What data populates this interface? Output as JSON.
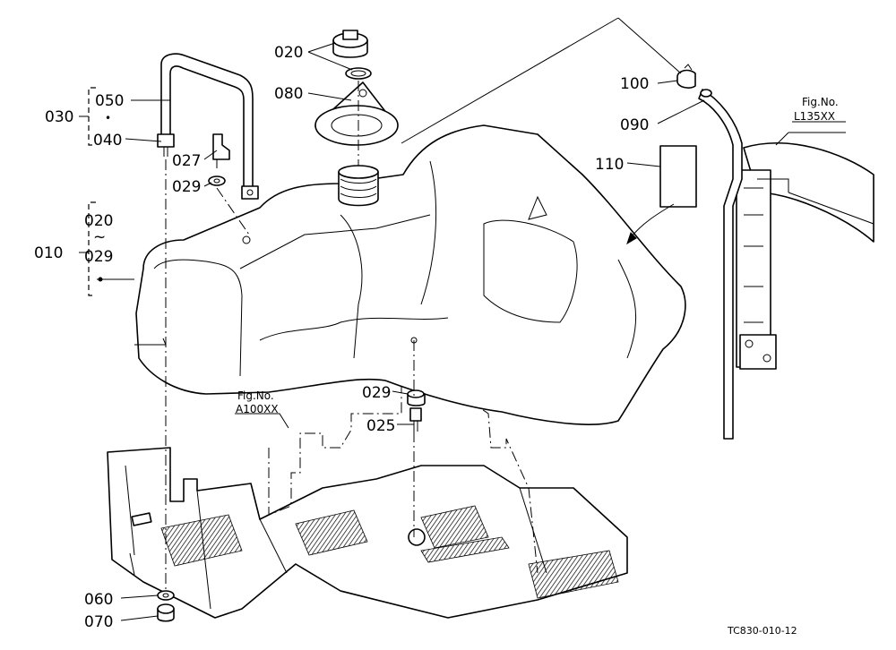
{
  "callouts": {
    "p020_top": "020",
    "p080": "080",
    "p050": "050",
    "p030": "030",
    "p040": "040",
    "p027": "027",
    "p029_left": "029",
    "p010": "010",
    "p020_range": "020",
    "range_tilde": "~",
    "p029_range": "029",
    "p100": "100",
    "p090": "090",
    "p110": "110",
    "p029_bottom": "029",
    "p025": "025",
    "p060": "060",
    "p070": "070",
    "bullet_dot": "•"
  },
  "figure_refs": {
    "ref_a_title": "Fig.No.",
    "ref_a_code": "A100XX",
    "ref_b_title": "Fig.No.",
    "ref_b_code": "L135XX"
  },
  "drawing_code": "TC830-010-12"
}
